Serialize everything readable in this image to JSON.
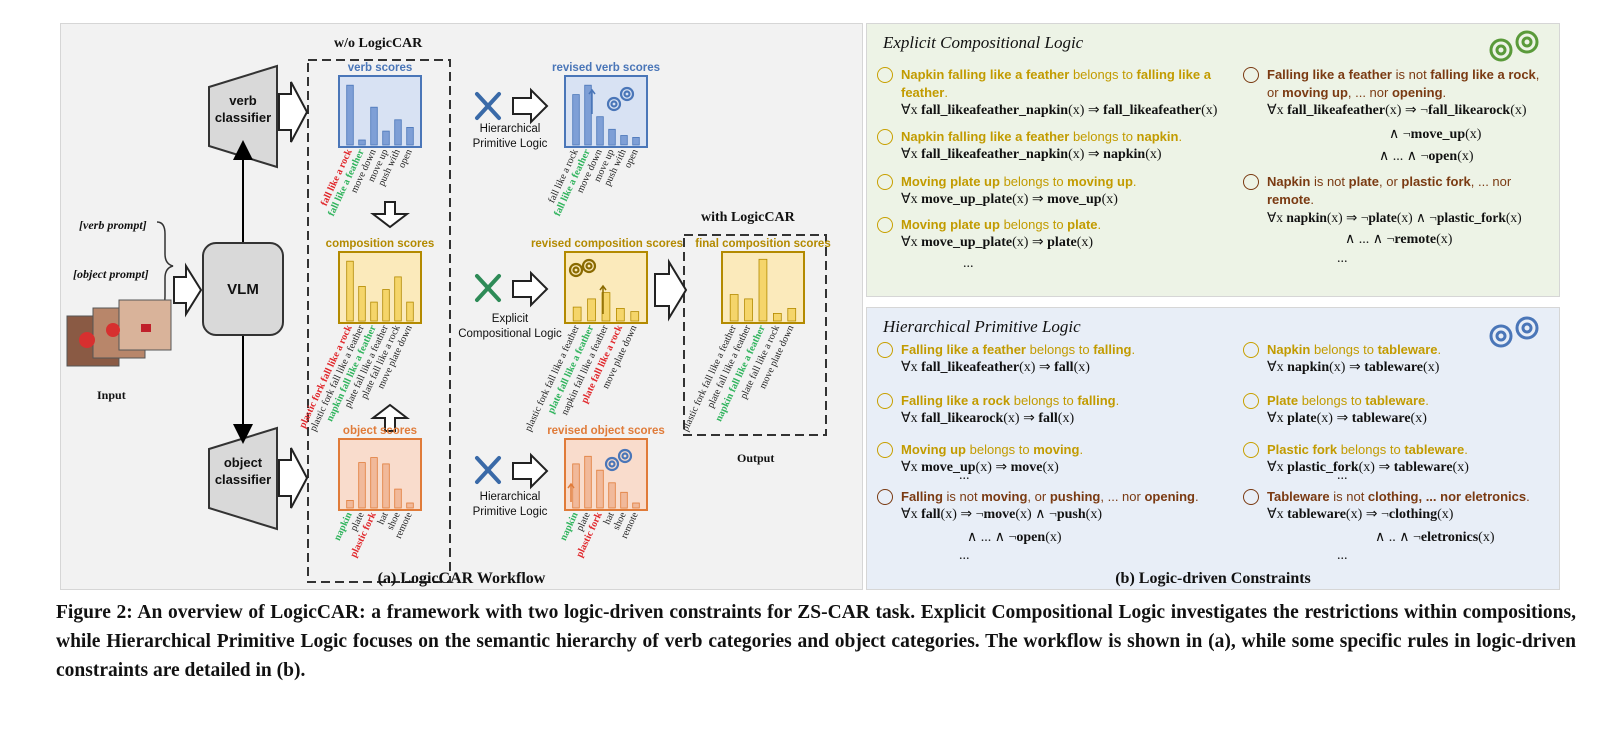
{
  "workflow": {
    "wo_title": "w/o LogicCAR",
    "with_title": "with LogicCAR",
    "verb_classifier": "verb\nclassifier",
    "object_classifier": "object\nclassifier",
    "vlm": "VLM",
    "verb_prompt": "[verb prompt]",
    "object_prompt": "[object prompt]",
    "input_label": "Input",
    "output_label": "Output",
    "verb_scores": "verb scores",
    "composition_scores": "composition scores",
    "object_scores": "object scores",
    "revised_verb_scores": "revised verb scores",
    "revised_composition_scores": "revised composition scores",
    "revised_object_scores": "revised object scores",
    "final_composition_scores": "final composition scores",
    "hier_logic_1": "Hierarchical\nPrimitive Logic",
    "explicit_logic": "Explicit\nCompositional Logic",
    "hier_logic_2": "Hierarchical\nPrimitive Logic",
    "verb_ticks": [
      "fall like a rock",
      "fall like a feather",
      "move down",
      "move up",
      "push with",
      "open"
    ],
    "composition_ticks": [
      "plastic fork fall like a rock",
      "plastic fork fall like a feather",
      "napkin fall like a feather",
      "plate fall like a feather",
      "plate fall like a rock",
      "move plate down"
    ],
    "revised_composition_ticks": [
      "plastic fork fall like a feather",
      "plate fall like a feather",
      "napkin fall like a feather",
      "plate fall like a rock",
      "move plate down"
    ],
    "final_composition_ticks": [
      "plastic fork fall like a feather",
      "plate fall like a feather",
      "napkin fall like a feather",
      "plate fall like a rock",
      "move plate down"
    ],
    "object_ticks": [
      "napkin",
      "plate",
      "plastic fork",
      "hat",
      "shoe",
      "remote"
    ],
    "caption_a": "(a) LogicCAR Workflow",
    "colors": {
      "verb": "#4a76b8",
      "composition": "#b38a00",
      "object": "#e07b39",
      "red": "#e0262a",
      "green": "#2fb35c"
    }
  },
  "chart_data": [
    {
      "type": "bar",
      "title": "verb scores",
      "categories": [
        "fall like a rock",
        "fall like a feather",
        "move down",
        "move up",
        "push with",
        "open"
      ],
      "values": [
        0.95,
        0.08,
        0.6,
        0.22,
        0.4,
        0.28
      ]
    },
    {
      "type": "bar",
      "title": "revised verb scores",
      "categories": [
        "fall like a rock",
        "fall like a feather",
        "move down",
        "move up",
        "push with",
        "open"
      ],
      "values": [
        0.8,
        0.95,
        0.45,
        0.25,
        0.15,
        0.12
      ]
    },
    {
      "type": "bar",
      "title": "composition scores",
      "categories": [
        "plastic fork fall like a rock",
        "plastic fork fall like a feather",
        "napkin fall like a feather",
        "plate fall like a feather",
        "plate fall like a rock",
        "move plate down"
      ],
      "values": [
        0.95,
        0.55,
        0.3,
        0.5,
        0.7,
        0.3
      ]
    },
    {
      "type": "bar",
      "title": "revised composition scores",
      "categories": [
        "plastic fork fall like a feather",
        "plate fall like a feather",
        "napkin fall like a feather",
        "plate fall like a rock",
        "move plate down"
      ],
      "values": [
        0.22,
        0.35,
        0.45,
        0.2,
        0.15
      ]
    },
    {
      "type": "bar",
      "title": "final composition scores",
      "categories": [
        "plastic fork fall like a feather",
        "plate fall like a feather",
        "napkin fall like a feather",
        "plate fall like a rock",
        "move plate down"
      ],
      "values": [
        0.42,
        0.35,
        0.98,
        0.12,
        0.2
      ]
    },
    {
      "type": "bar",
      "title": "object scores",
      "categories": [
        "napkin",
        "plate",
        "plastic fork",
        "hat",
        "shoe",
        "remote"
      ],
      "values": [
        0.12,
        0.72,
        0.8,
        0.7,
        0.3,
        0.08
      ]
    },
    {
      "type": "bar",
      "title": "revised object scores",
      "categories": [
        "napkin",
        "plate",
        "plastic fork",
        "hat",
        "shoe",
        "remote"
      ],
      "values": [
        0.7,
        0.82,
        0.6,
        0.4,
        0.25,
        0.08
      ]
    }
  ],
  "explicit": {
    "title": "Explicit Compositional Logic",
    "left": [
      {
        "kind": "pos",
        "a": "Napkin falling like a feather",
        "rel": " belongs to ",
        "b": "falling like a feather",
        "end": ".",
        "f_pre": "∀x ",
        "f_b1": "fall_likeafeather_napkin",
        "f_mid": "(x) ⇒ ",
        "f_b2": "fall_likeafeather",
        "f_end": "(x)"
      },
      {
        "kind": "pos",
        "a": "Napkin falling like a feather",
        "rel": " belongs to ",
        "b": "napkin",
        "end": ".",
        "f_pre": "∀x ",
        "f_b1": "fall_likeafeather_napkin",
        "f_mid": "(x) ⇒ ",
        "f_b2": "napkin",
        "f_end": "(x)"
      },
      {
        "kind": "pos",
        "a": "Moving plate up",
        "rel": " belongs to ",
        "b": "moving up",
        "end": ".",
        "f_pre": "∀x ",
        "f_b1": "move_up_plate",
        "f_mid": "(x) ⇒ ",
        "f_b2": "move_up",
        "f_end": "(x)"
      },
      {
        "kind": "pos",
        "a": "Moving plate up",
        "rel": " belongs to ",
        "b": "plate",
        "end": ".",
        "f_pre": "∀x ",
        "f_b1": "move_up_plate",
        "f_mid": "(x) ⇒ ",
        "f_b2": "plate",
        "f_end": "(x)"
      }
    ],
    "left_ellipsis": "...",
    "right1": {
      "a": "Falling like a feather",
      "rel1": " is not ",
      "b": "falling like a rock",
      "rel2": ",",
      "rel3": "or ",
      "c": "moving up",
      "rel4": ", ... nor ",
      "d": "opening",
      "end": ".",
      "f_pre": "∀x ",
      "f_b1": "fall_likeafeather",
      "f_mid": "(x) ⇒ ¬",
      "f_b2": "fall_likearock",
      "f_end": "(x)",
      "l2_pre": "∧ ¬",
      "l2_b": "move_up",
      "l2_end": "(x)",
      "l3_pre": "∧ ... ∧ ¬",
      "l3_b": "open",
      "l3_end": "(x)"
    },
    "right2": {
      "a": "Napkin",
      "rel1": " is not ",
      "b": "plate",
      "rel2": ", or ",
      "c": "plastic fork",
      "rel3": ", ... nor ",
      "d": "remote",
      "end": ".",
      "f_pre": "∀x ",
      "f_b1": "napkin",
      "f_mid": "(x) ⇒ ¬",
      "f_b2": "plate",
      "f_mid2": "(x) ∧ ¬",
      "f_b3": "plastic_fork",
      "f_end": "(x)",
      "l2_pre": "∧ ... ∧ ¬",
      "l2_b": "remote",
      "l2_end": "(x)"
    },
    "right_ellipsis": "..."
  },
  "hierarchical": {
    "title": "Hierarchical Primitive Logic",
    "left": [
      {
        "a": "Falling like a feather",
        "rel": " belongs to ",
        "b": "falling",
        "end": ".",
        "f_pre": "∀x ",
        "f_b1": "fall_likeafeather",
        "f_mid": "(x) ⇒ ",
        "f_b2": "fall",
        "f_end": "(x)"
      },
      {
        "a": "Falling like a rock",
        "rel": " belongs to ",
        "b": "falling",
        "end": ".",
        "f_pre": "∀x ",
        "f_b1": "fall_likearock",
        "f_mid": "(x) ⇒ ",
        "f_b2": "fall",
        "f_end": "(x)"
      },
      {
        "a": "Moving up",
        "rel": " belongs to ",
        "b": "moving",
        "end": ".",
        "f_pre": "∀x ",
        "f_b1": "move_up",
        "f_mid": "(x) ⇒ ",
        "f_b2": "move",
        "f_end": "(x)"
      }
    ],
    "left_ellipsis": "...",
    "left_neg": {
      "a": "Falling",
      "rel1": " is not ",
      "b": "moving",
      "rel2": ", or ",
      "c": "pushing",
      "rel3": ", ... nor ",
      "d": "opening",
      "end": ".",
      "f_pre": "∀x ",
      "f_b1": "fall",
      "f_mid": "(x) ⇒ ¬",
      "f_b2": "move",
      "f_mid2": "(x) ∧ ¬",
      "f_b3": "push",
      "f_end": "(x)",
      "l2_pre": "∧ ... ∧ ¬",
      "l2_b": "open",
      "l2_end": "(x)",
      "ellipsis": "..."
    },
    "right": [
      {
        "a": "Napkin",
        "rel": " belongs to ",
        "b": "tableware",
        "end": ".",
        "f_pre": "∀x ",
        "f_b1": "napkin",
        "f_mid": "(x) ⇒ ",
        "f_b2": "tableware",
        "f_end": "(x)"
      },
      {
        "a": "Plate",
        "rel": " belongs to ",
        "b": "tableware",
        "end": ".",
        "f_pre": "∀x ",
        "f_b1": "plate",
        "f_mid": "(x) ⇒ ",
        "f_b2": "tableware",
        "f_end": "(x)"
      },
      {
        "a": "Plastic fork",
        "rel": " belongs to ",
        "b": "tableware",
        "end": ".",
        "f_pre": "∀x ",
        "f_b1": "plastic_fork",
        "f_mid": "(x) ⇒ ",
        "f_b2": "tableware",
        "f_end": "(x)"
      }
    ],
    "right_ellipsis": "...",
    "right_neg": {
      "a": "Tableware",
      "rel1": " is not ",
      "b": "clothing, ... nor eletronics",
      "end": ".",
      "f_pre": "∀x ",
      "f_b1": "tableware",
      "f_mid": "(x) ⇒ ¬",
      "f_b2": "clothing",
      "f_end": "(x)",
      "l2_pre": "∧ .. ∧ ¬",
      "l2_b": "eletronics",
      "l2_end": "(x)",
      "ellipsis": "..."
    }
  },
  "caption_b": "(b) Logic-driven Constraints",
  "figure_caption": "Figure 2: An overview of LogicCAR: a framework with two logic-driven constraints for ZS-CAR task. Explicit Compositional Logic investigates the restrictions within compositions, while Hierarchical Primitive Logic focuses on the semantic hierarchy of verb categories and object categories. The workflow is shown in (a), while some specific rules in logic-driven constraints are detailed in (b)."
}
